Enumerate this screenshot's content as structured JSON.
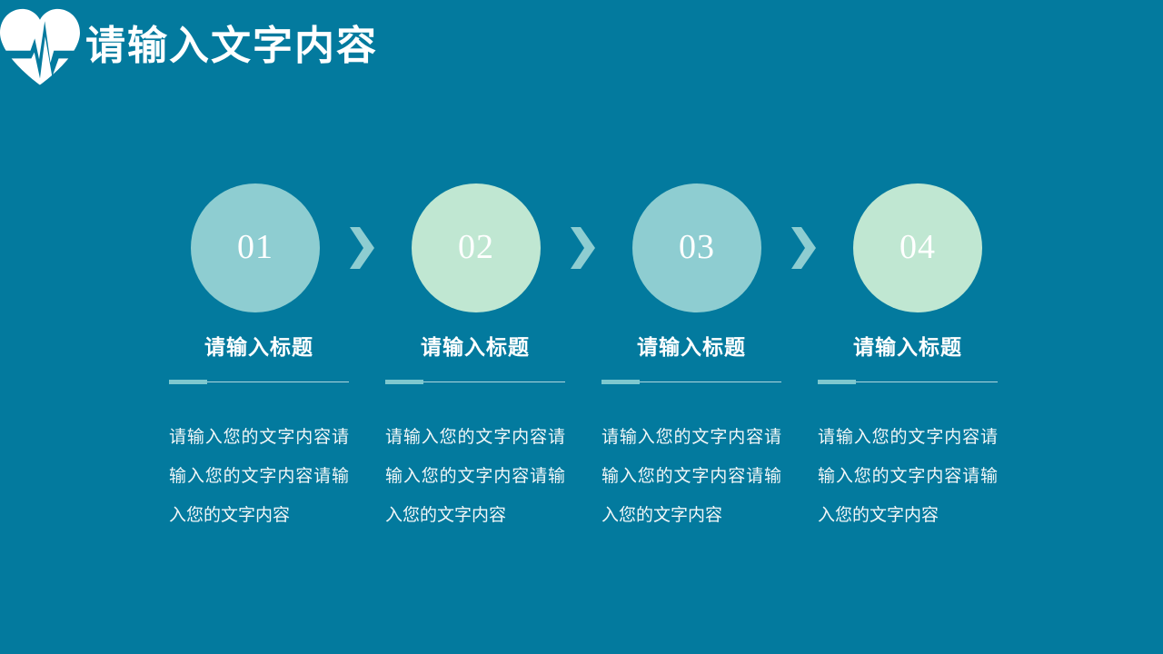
{
  "theme": {
    "background": "#037a9e",
    "circle_teal": "#8ecdd1",
    "circle_mint": "#c0e7d2",
    "chevron": "#8ecdd1",
    "title_color": "#ffffff",
    "body_color": "#f2f7f8",
    "divider_thick": "#7ec8cf",
    "divider_thin": "#cfe6ea"
  },
  "header": {
    "icon": "heart-ecg-icon",
    "title": "请输入文字内容"
  },
  "steps": [
    {
      "number": "01",
      "color": "#8ecdd1"
    },
    {
      "number": "02",
      "color": "#c0e7d2"
    },
    {
      "number": "03",
      "color": "#8ecdd1"
    },
    {
      "number": "04",
      "color": "#c0e7d2"
    }
  ],
  "arrows": [
    {
      "icon": "chevron-right-icon"
    },
    {
      "icon": "chevron-right-icon"
    },
    {
      "icon": "chevron-right-icon"
    }
  ],
  "columns": [
    {
      "title": "请输入标题",
      "body": "请输入您的文字内容请输入您的文字内容请输入您的文字内容"
    },
    {
      "title": "请输入标题",
      "body": "请输入您的文字内容请输入您的文字内容请输入您的文字内容"
    },
    {
      "title": "请输入标题",
      "body": "请输入您的文字内容请输入您的文字内容请输入您的文字内容"
    },
    {
      "title": "请输入标题",
      "body": "请输入您的文字内容请输入您的文字内容请输入您的文字内容"
    }
  ]
}
